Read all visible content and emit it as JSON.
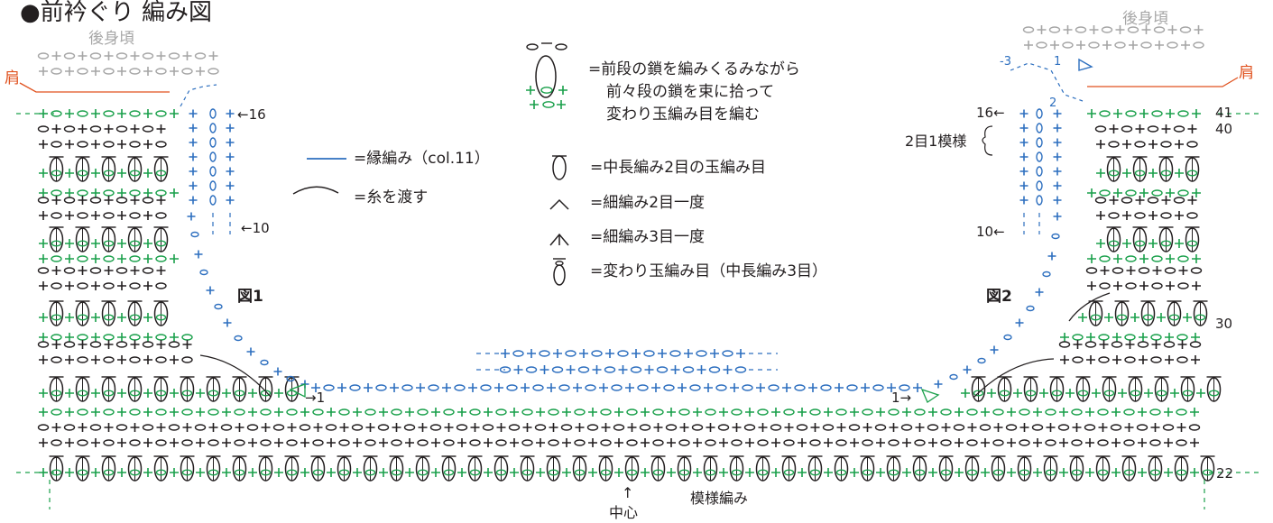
{
  "title": "●前衿ぐり 編み図",
  "labels": {
    "back_body_left": "後身頃",
    "back_body_right": "後身頃",
    "shoulder_left": "肩",
    "shoulder_right": "肩",
    "fig1": "図1",
    "fig2": "図2",
    "center_arrow": "↑",
    "center": "中心",
    "pattern": "模様編み",
    "repeat": "2目1模様",
    "row16_left": "←16",
    "row10_left": "←10",
    "row1_left": "→1",
    "row16_right": "16←",
    "row10_right": "10←",
    "row1_right": "1→",
    "row41": "41",
    "row40": "40",
    "row30": "30",
    "row22": "22",
    "num3": "-3",
    "num2": "2",
    "num1": "1"
  },
  "legend": {
    "bobble_wrap": [
      "=前段の鎖を編みくるみながら",
      "前々段の鎖を束に拾って",
      "変わり玉編み目を編む"
    ],
    "edge": "=縁編み（col.11）",
    "carry": "=糸を渡す",
    "hdc2": "=中長編み2目の玉編み目",
    "sc2tog": "=細編み2目一度",
    "sc3tog": "=細編み3目一度",
    "hdc3": "=変わり玉編み目（中長編み3目）"
  },
  "colors": {
    "black": "#231f20",
    "green": "#1aa04b",
    "blue": "#2d6fbf",
    "gray": "#a6a6a6",
    "orange": "#e0521f"
  }
}
